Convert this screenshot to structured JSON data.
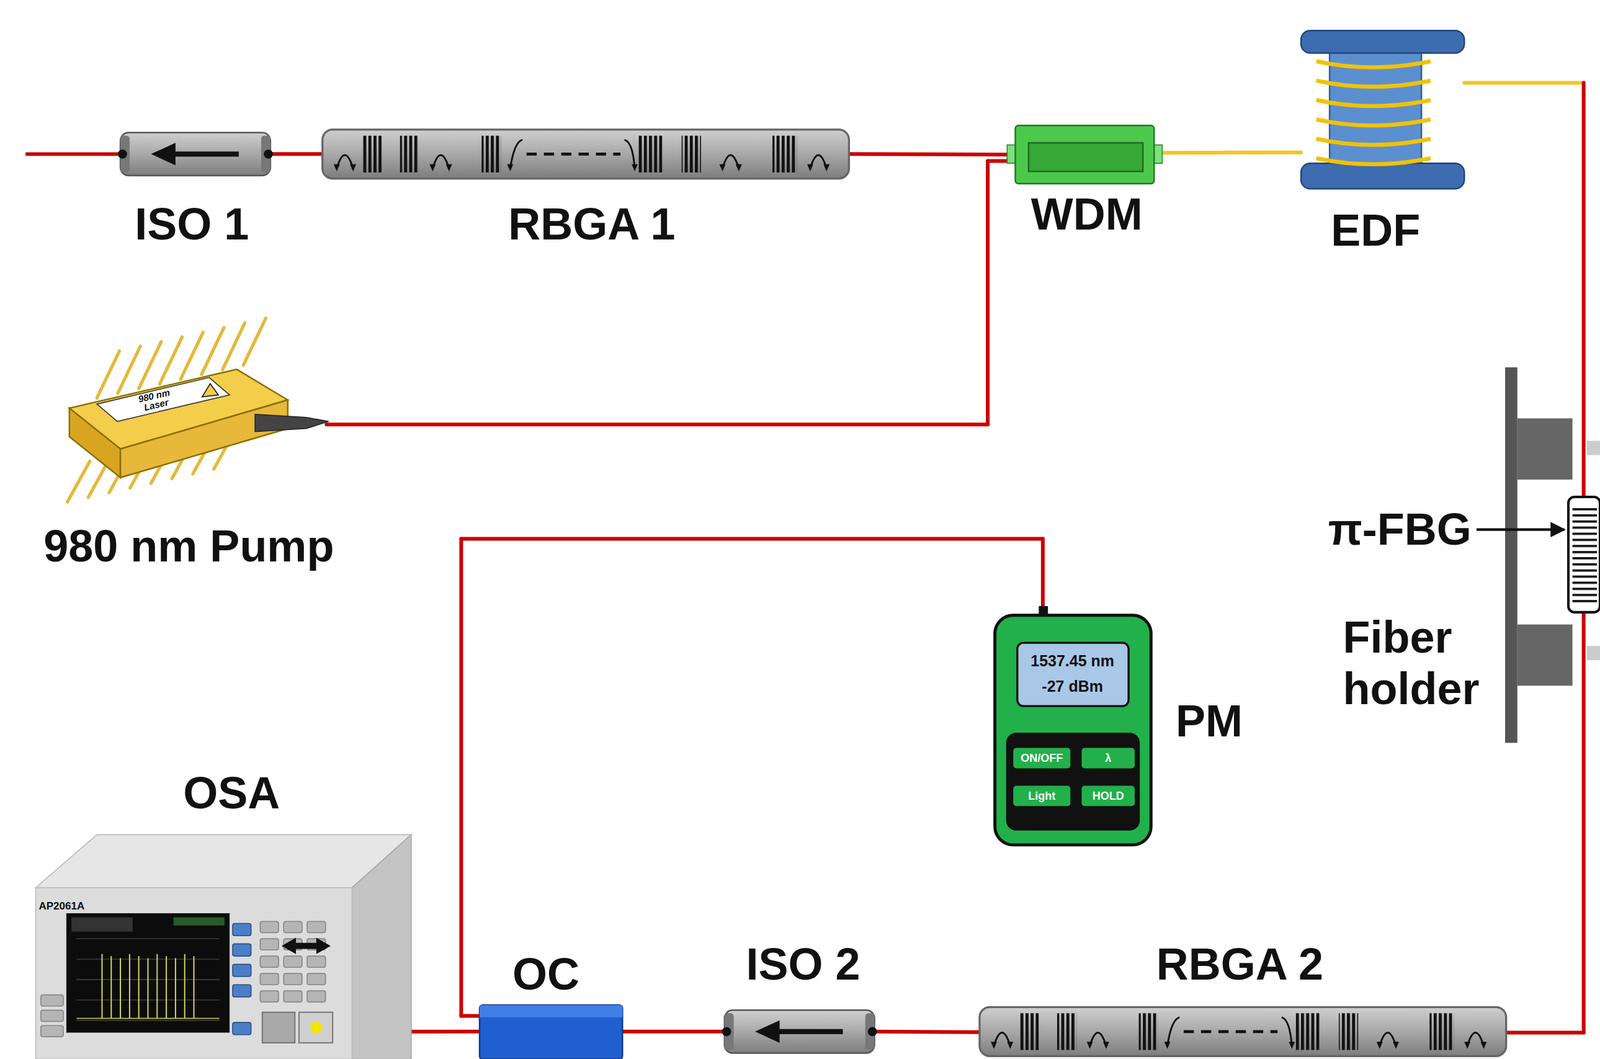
{
  "diagram": {
    "nodes": [
      {
        "text": [
          "ISO 1"
        ]
      },
      {
        "text": [
          "RBGA 1"
        ]
      },
      {
        "text": [
          "WDM"
        ]
      },
      {
        "text": [
          "EDF"
        ]
      },
      {
        "text": [
          "980 nm Pump"
        ]
      },
      {
        "text": [
          "Fiber holder"
        ]
      },
      {
        "text": [
          "π-FBG"
        ]
      },
      {
        "text": [
          "PM"
        ]
      },
      {
        "text": [
          "OSA"
        ]
      },
      {
        "text": [
          "OC"
        ]
      },
      {
        "text": [
          "ISO 2"
        ]
      },
      {
        "text": [
          "RBGA 2"
        ]
      }
    ],
    "edges": [
      {
        "from": 0,
        "to": 1,
        "arrow": "none"
      },
      {
        "from": 1,
        "to": 2,
        "arrow": "none"
      },
      {
        "from": 4,
        "to": 2,
        "arrow": "none"
      },
      {
        "from": 2,
        "to": 3,
        "arrow": "none"
      },
      {
        "from": 3,
        "to": 6,
        "arrow": "none"
      },
      {
        "from": 6,
        "to": 11,
        "arrow": "none"
      },
      {
        "from": 11,
        "to": 10,
        "arrow": "none"
      },
      {
        "from": 10,
        "to": 9,
        "arrow": "none"
      },
      {
        "from": 9,
        "to": 8,
        "arrow": "none"
      },
      {
        "from": 9,
        "to": 7,
        "arrow": "none"
      }
    ],
    "labels": [
      "980 nm Laser",
      "1537.45 nm",
      "-27 dBm",
      "ON/OFF",
      "λ",
      "Light",
      "HOLD",
      "AP2061A"
    ]
  }
}
